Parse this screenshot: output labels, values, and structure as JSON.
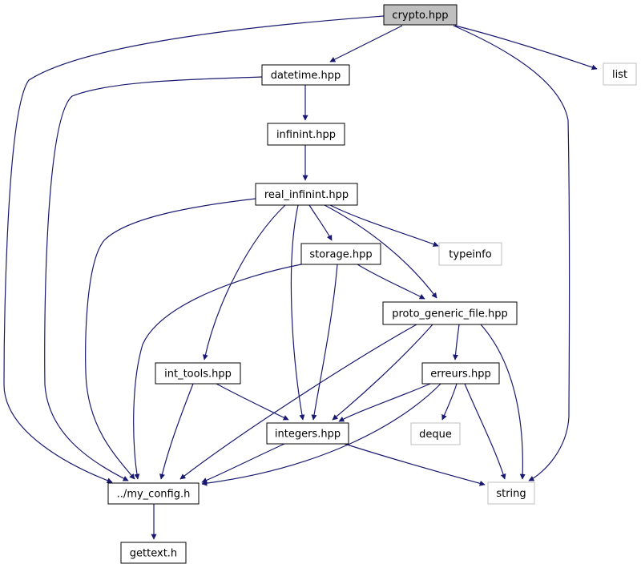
{
  "colors": {
    "edge": "#191970",
    "node_border": "#000000",
    "external_border": "#bfbfbf",
    "root_fill": "#bfbfbf",
    "node_fill": "#ffffff",
    "text": "#000000"
  },
  "nodes": [
    {
      "id": "crypto",
      "label": "crypto.hpp",
      "kind": "root"
    },
    {
      "id": "datetime",
      "label": "datetime.hpp",
      "kind": "file"
    },
    {
      "id": "list",
      "label": "list",
      "kind": "external"
    },
    {
      "id": "infinint",
      "label": "infinint.hpp",
      "kind": "file"
    },
    {
      "id": "real_infinint",
      "label": "real_infinint.hpp",
      "kind": "file"
    },
    {
      "id": "storage",
      "label": "storage.hpp",
      "kind": "file"
    },
    {
      "id": "typeinfo",
      "label": "typeinfo",
      "kind": "external"
    },
    {
      "id": "proto_generic_file",
      "label": "proto_generic_file.hpp",
      "kind": "file"
    },
    {
      "id": "int_tools",
      "label": "int_tools.hpp",
      "kind": "file"
    },
    {
      "id": "erreurs",
      "label": "erreurs.hpp",
      "kind": "file"
    },
    {
      "id": "integers",
      "label": "integers.hpp",
      "kind": "file"
    },
    {
      "id": "deque",
      "label": "deque",
      "kind": "external"
    },
    {
      "id": "my_config",
      "label": "../my_config.h",
      "kind": "file"
    },
    {
      "id": "string",
      "label": "string",
      "kind": "external"
    },
    {
      "id": "gettext",
      "label": "gettext.h",
      "kind": "file"
    }
  ],
  "edges": [
    {
      "from": "crypto",
      "to": "datetime"
    },
    {
      "from": "crypto",
      "to": "my_config"
    },
    {
      "from": "crypto",
      "to": "list"
    },
    {
      "from": "crypto",
      "to": "string"
    },
    {
      "from": "datetime",
      "to": "infinint"
    },
    {
      "from": "datetime",
      "to": "my_config"
    },
    {
      "from": "infinint",
      "to": "real_infinint"
    },
    {
      "from": "real_infinint",
      "to": "my_config"
    },
    {
      "from": "real_infinint",
      "to": "storage"
    },
    {
      "from": "real_infinint",
      "to": "typeinfo"
    },
    {
      "from": "real_infinint",
      "to": "proto_generic_file"
    },
    {
      "from": "real_infinint",
      "to": "int_tools"
    },
    {
      "from": "real_infinint",
      "to": "integers"
    },
    {
      "from": "storage",
      "to": "my_config"
    },
    {
      "from": "storage",
      "to": "proto_generic_file"
    },
    {
      "from": "storage",
      "to": "integers"
    },
    {
      "from": "proto_generic_file",
      "to": "my_config"
    },
    {
      "from": "proto_generic_file",
      "to": "integers"
    },
    {
      "from": "proto_generic_file",
      "to": "erreurs"
    },
    {
      "from": "proto_generic_file",
      "to": "string"
    },
    {
      "from": "int_tools",
      "to": "my_config"
    },
    {
      "from": "int_tools",
      "to": "integers"
    },
    {
      "from": "erreurs",
      "to": "integers"
    },
    {
      "from": "erreurs",
      "to": "my_config"
    },
    {
      "from": "erreurs",
      "to": "deque"
    },
    {
      "from": "erreurs",
      "to": "string"
    },
    {
      "from": "integers",
      "to": "my_config"
    },
    {
      "from": "integers",
      "to": "string"
    },
    {
      "from": "my_config",
      "to": "gettext"
    }
  ]
}
